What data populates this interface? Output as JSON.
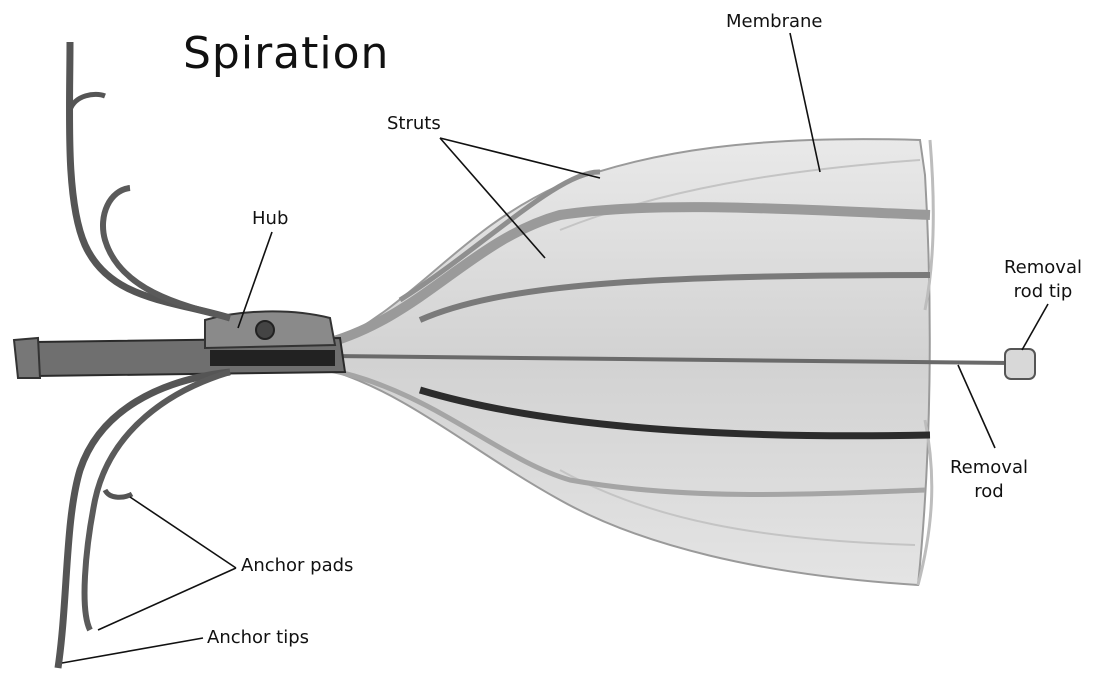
{
  "title": "Spiration",
  "labels": {
    "membrane": "Membrane",
    "struts": "Struts",
    "hub": "Hub",
    "removal_rod_tip_1": "Removal",
    "removal_rod_tip_2": "rod tip",
    "removal_rod_1": "Removal",
    "removal_rod_2": "rod",
    "anchor_pads": "Anchor pads",
    "anchor_tips": "Anchor tips"
  },
  "colors": {
    "background": "#ffffff",
    "metal_dark": "#3a3a3a",
    "membrane": "#d9d9d9",
    "strut": "#8a8a8a"
  }
}
